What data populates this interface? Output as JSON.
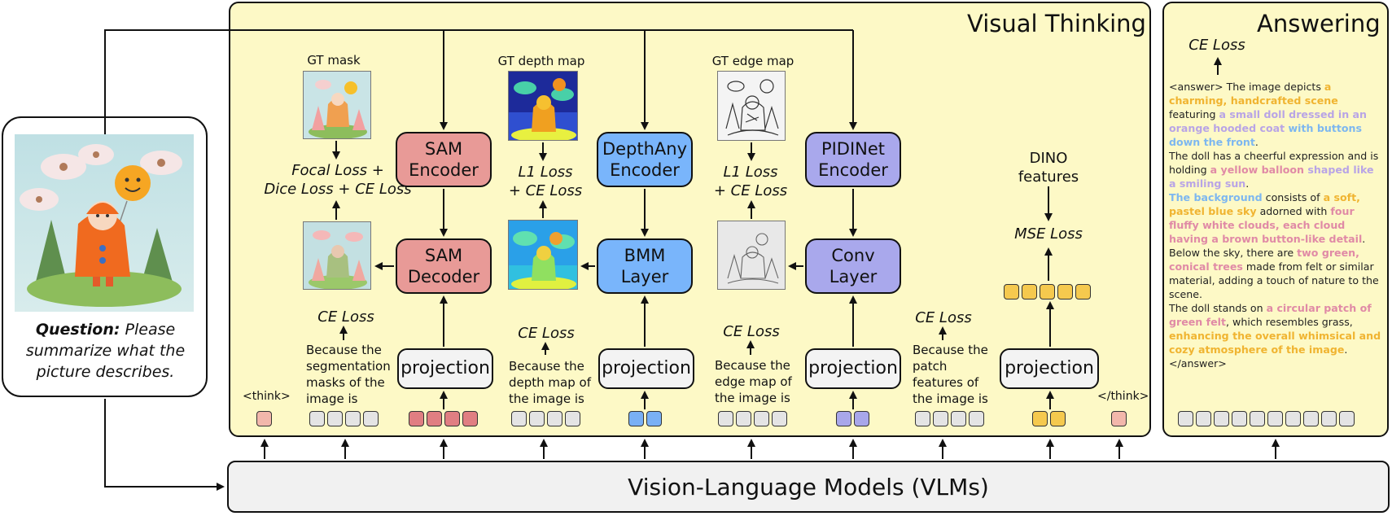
{
  "visual_thinking": {
    "title": "Visual Thinking"
  },
  "answering": {
    "title": "Answering",
    "loss": "CE Loss",
    "answer_tag_open": "<answer>",
    "answer_tag_close": "</answer>",
    "p1": [
      {
        "t": " The image depicts ",
        "c": ""
      },
      {
        "t": "a charming, handcrafted scene",
        "c": "yel"
      },
      {
        "t": " featuring ",
        "c": ""
      },
      {
        "t": "a small doll dressed in an orange hooded coat",
        "c": "pur"
      },
      {
        "t": " with buttons down the front",
        "c": "blu"
      },
      {
        "t": ".",
        "c": ""
      }
    ],
    "p2": [
      {
        "t": "The doll has a cheerful expression and is holding ",
        "c": ""
      },
      {
        "t": "a yellow balloon",
        "c": "pnk"
      },
      {
        "t": " shaped like a smiling sun",
        "c": "pur"
      },
      {
        "t": ".",
        "c": ""
      }
    ],
    "p3": [
      {
        "t": "The background",
        "c": "blu"
      },
      {
        "t": " consists of ",
        "c": ""
      },
      {
        "t": "a soft, pastel blue sky",
        "c": "yel"
      },
      {
        "t": " adorned with ",
        "c": ""
      },
      {
        "t": "four fluffy white clouds, each cloud having a brown button-like detail",
        "c": "pnk"
      },
      {
        "t": ".",
        "c": ""
      }
    ],
    "p4": [
      {
        "t": "Below the sky, there are ",
        "c": ""
      },
      {
        "t": "two green, conical trees",
        "c": "pnk"
      },
      {
        "t": " made from felt or similar material, adding a touch of nature to the scene.",
        "c": ""
      }
    ],
    "p5": [
      {
        "t": "The doll stands on ",
        "c": ""
      },
      {
        "t": "a circular patch of green felt",
        "c": "pnk"
      },
      {
        "t": ", which resembles grass, ",
        "c": ""
      },
      {
        "t": "enhancing the overall whimsical and cozy atmosphere of the image",
        "c": "yel"
      },
      {
        "t": ".",
        "c": ""
      }
    ]
  },
  "question": {
    "label": "Question:",
    "text": "Please summarize what the picture describes."
  },
  "vlm": {
    "label": "Vision-Language Models (VLMs)"
  },
  "blocks": {
    "sam_encoder": "SAM\nEncoder",
    "sam_decoder": "SAM\nDecoder",
    "depth_encoder": "DepthAny\nEncoder",
    "bmm_layer": "BMM\nLayer",
    "pidinet_encoder": "PIDINet\nEncoder",
    "conv_layer": "Conv\nLayer",
    "projection": "projection"
  },
  "gt_labels": {
    "mask": "GT mask",
    "depth": "GT depth map",
    "edge": "GT  edge map"
  },
  "losses": {
    "seg": "Focal Loss +\nDice Loss + CE Loss",
    "depth": "L1 Loss\n+ CE Loss",
    "edge": "L1 Loss\n+ CE Loss",
    "dino_features": "DINO\nfeatures",
    "mse": "MSE Loss",
    "ce": "CE Loss"
  },
  "seq_texts": {
    "seg": "Because the\nsegmentation\nmasks of the\nimage is",
    "depth": "Because the\ndepth map of\nthe image is",
    "edge": "Because the\nedge map of\nthe image is",
    "patch": "Because the\npatch\nfeatures of\nthe image is"
  },
  "tags": {
    "think_open": "<think>",
    "think_close": "</think>"
  },
  "colors": {
    "panel_bg": "#fdf9c6",
    "sam": "#e89a97",
    "depth": "#79b5fb",
    "pidinet": "#a9a8ec",
    "projection": "#f3f3f3",
    "token_yellow": "#f5c94e",
    "vlm_bg": "#f1f1f1"
  }
}
